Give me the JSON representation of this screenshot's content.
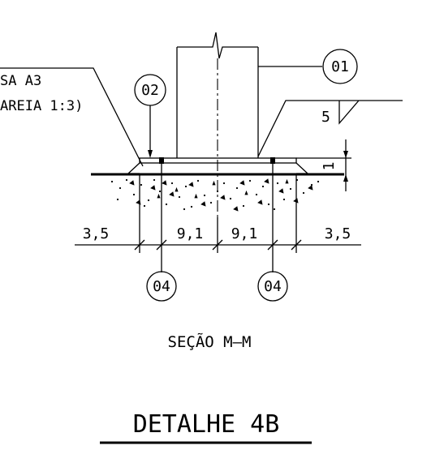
{
  "notes": {
    "line1": "SA A3",
    "line2": "AREIA 1:3)"
  },
  "callouts": {
    "c01": "01",
    "c02": "02",
    "c04_left": "04",
    "c04_right": "04"
  },
  "dimensions": {
    "d1": "3,5",
    "d2": "9,1",
    "d3": "9,1",
    "d4": "3,5",
    "thickness": "1",
    "slope": "5"
  },
  "section_title": "SEÇÃO M—M",
  "detail_title": "DETALHE 4B",
  "colors": {
    "ink": "#000000",
    "background": "#ffffff"
  }
}
